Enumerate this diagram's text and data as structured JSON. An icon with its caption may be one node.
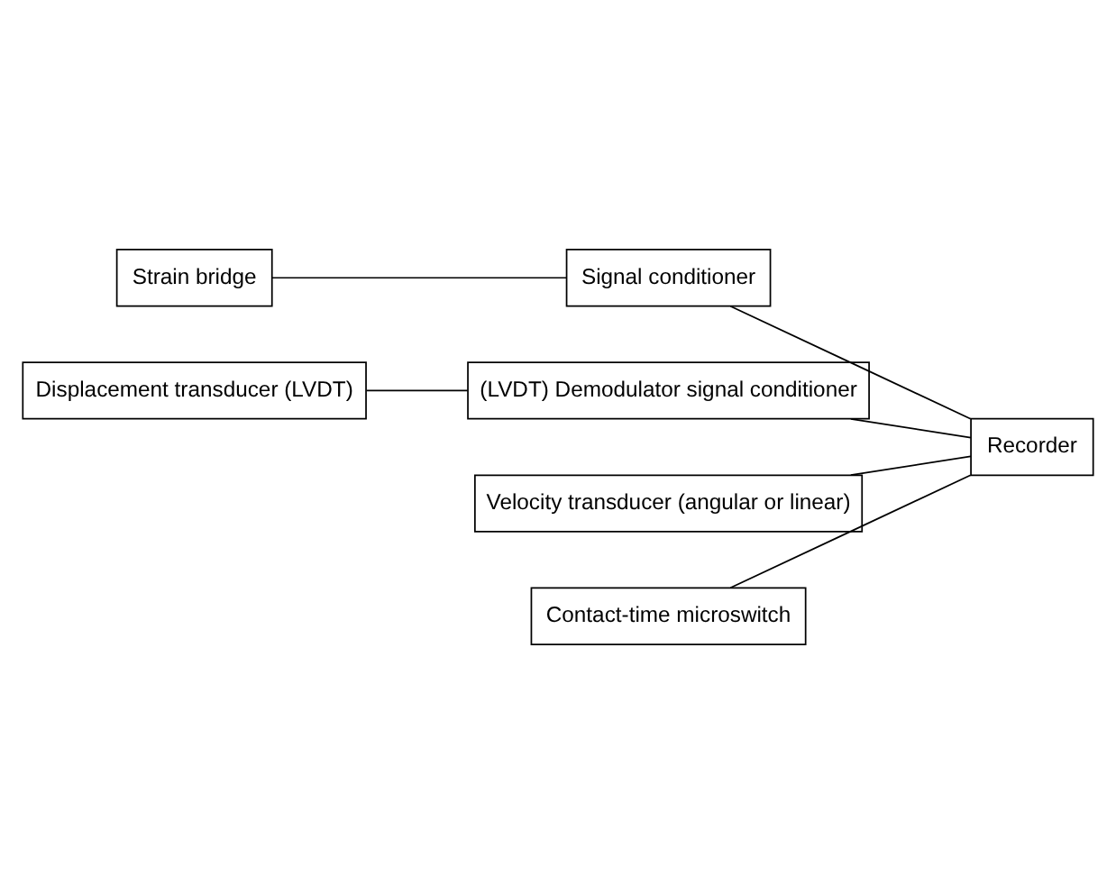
{
  "diagram": {
    "nodes": [
      {
        "text": [
          "Strain bridge"
        ]
      },
      {
        "text": [
          "Signal conditioner"
        ]
      },
      {
        "text": [
          "Displacement transducer (LVDT)"
        ]
      },
      {
        "text": [
          "(LVDT) Demodulator signal conditioner"
        ]
      },
      {
        "text": [
          "Velocity transducer (angular or linear)"
        ]
      },
      {
        "text": [
          "Contact-time microswitch"
        ]
      },
      {
        "text": [
          "Recorder"
        ]
      }
    ],
    "edges": [
      {
        "from": 0,
        "to": 1,
        "arrow": "none"
      },
      {
        "from": 1,
        "to": 6,
        "arrow": "none"
      },
      {
        "from": 2,
        "to": 3,
        "arrow": "none"
      },
      {
        "from": 3,
        "to": 6,
        "arrow": "none"
      },
      {
        "from": 4,
        "to": 6,
        "arrow": "none"
      },
      {
        "from": 5,
        "to": 6,
        "arrow": "none"
      }
    ]
  }
}
